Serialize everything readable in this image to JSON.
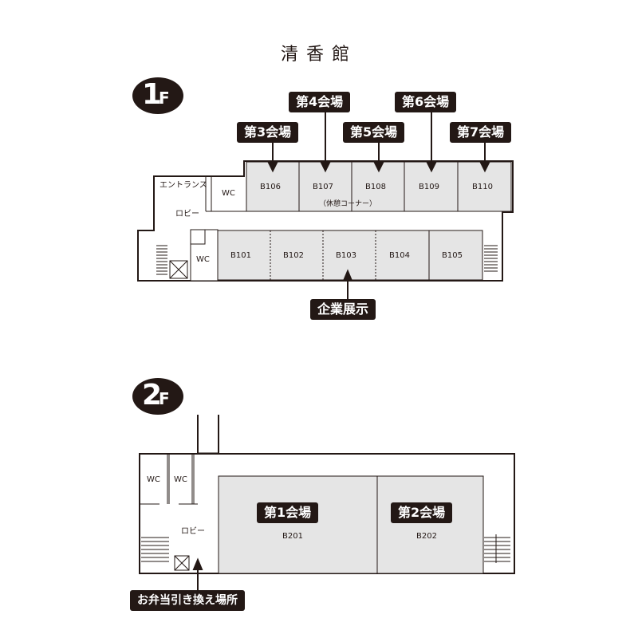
{
  "map": {
    "title": "清香館",
    "floor1": {
      "badge_num": "1",
      "badge_suffix": "F",
      "labels": {
        "entrance": "エントランス",
        "lobby": "ロビー",
        "wc_top": "WC",
        "wc_bottom": "WC",
        "rest_area": "（休憩コーナー）"
      },
      "rooms_top": [
        "B106",
        "B107",
        "B108",
        "B109",
        "B110"
      ],
      "rooms_bottom": [
        "B101",
        "B102",
        "B103",
        "B104",
        "B105"
      ],
      "tags": {
        "venue3": "第3会場",
        "venue4": "第4会場",
        "venue5": "第5会場",
        "venue6": "第6会場",
        "venue7": "第7会場",
        "exhibit": "企業展示"
      }
    },
    "floor2": {
      "badge_num": "2",
      "badge_suffix": "F",
      "labels": {
        "wc1": "WC",
        "wc2": "WC",
        "lobby": "ロビー"
      },
      "rooms": [
        "B201",
        "B202"
      ],
      "tags": {
        "venue1": "第1会場",
        "venue2": "第2会場",
        "bento": "お弁当引き換え場所"
      }
    },
    "colors": {
      "ink": "#231815",
      "room_fill": "#e5e5e5",
      "background": "#ffffff"
    }
  }
}
